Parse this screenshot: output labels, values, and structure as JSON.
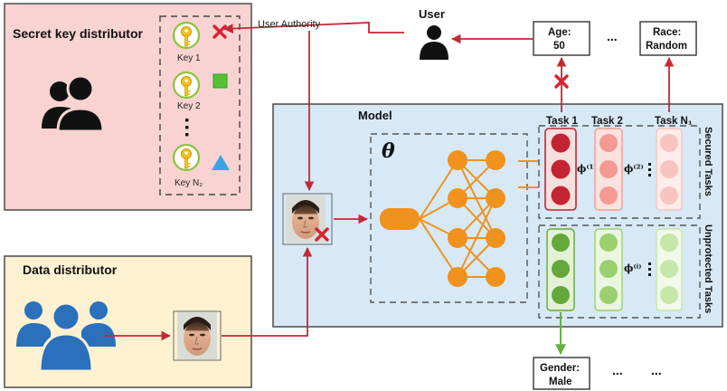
{
  "panels": {
    "secret_key_distributor": "Secret key distributor",
    "data_distributor": "Data distributor",
    "model": "Model",
    "user": "User"
  },
  "keys": [
    {
      "label": "Key 1",
      "marker": "red-cross"
    },
    {
      "label": "Key 2",
      "marker": "green-square"
    },
    {
      "label": "Key N₂",
      "marker": "blue-triangle"
    }
  ],
  "arrow_labels": {
    "user_authority": "User Authority"
  },
  "theta_label": "θ",
  "tasks": [
    "Task 1",
    "Task 2",
    "Task N₁"
  ],
  "phi_labels": [
    "ϕ⁽¹⁾",
    "ϕ⁽²⁾",
    "ϕ⁽ⁱ⁾"
  ],
  "side_labels": {
    "secured": "Secured Tasks",
    "unprotected": "Unprotected Tasks"
  },
  "attributes": {
    "top": [
      {
        "name": "Age:",
        "value": "50"
      },
      {
        "name": "Race:",
        "value": "Random"
      }
    ],
    "bottom": [
      {
        "name": "Gender:",
        "value": "Male"
      }
    ],
    "ellipsis": "..."
  },
  "colors": {
    "secret_panel": "#f8d3d1",
    "data_panel": "#fdf1d1",
    "model_panel": "#d7e9f6",
    "arrow_red": "#c22a35",
    "arrow_green": "#67b143",
    "node_orange": "#f0921d",
    "task1_red": "#c42431",
    "task_pink": "#f59a93",
    "task_lightpink": "#f8c4c0",
    "unprot_green": "#63a83a",
    "unprot_light": "#9bd06f",
    "unprot_lighter": "#c6e6aa",
    "people_blue": "#2a70bb",
    "key_yellow": "#f6c21c"
  }
}
